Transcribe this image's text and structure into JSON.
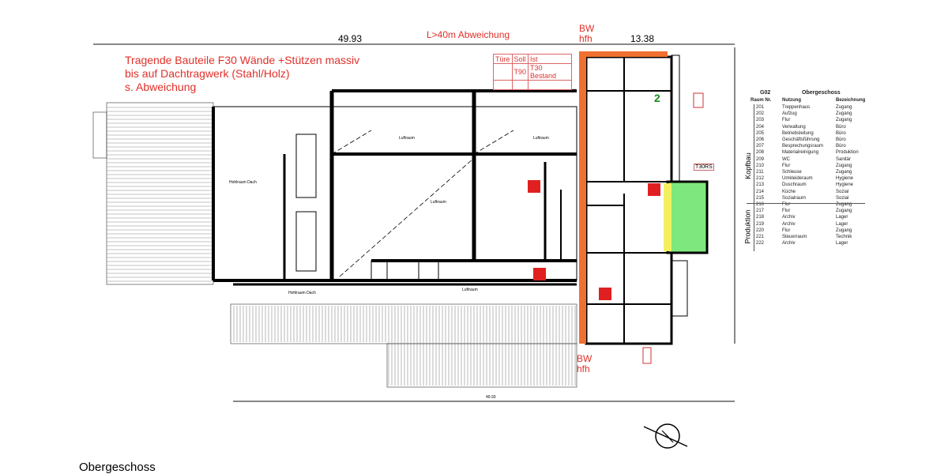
{
  "dimensions": {
    "top_left": "49.93",
    "top_right": "13.38",
    "top_note": "L>40m Abweichung",
    "bottom": "49.93"
  },
  "firewall_top": {
    "line1": "BW",
    "line2": "hfh"
  },
  "firewall_bottom": {
    "line1": "BW",
    "line2": "hfh"
  },
  "notes": [
    "Tragende Bauteile F30 Wände +Stützen massiv",
    "bis auf Dachtragwerk (Stahl/Holz)",
    "s. Abweichung"
  ],
  "door_table": {
    "headers": [
      "Türe",
      "Soll",
      "Ist"
    ],
    "row": [
      "",
      "T90",
      "T30 Bestand"
    ]
  },
  "plan_labels": {
    "luftraum": "Luftraum",
    "hohlraum": "Hohlraum Dach",
    "door_label": "T30RS",
    "exit_number": "2"
  },
  "colors": {
    "firewall": "#f07030",
    "annotation": "#e0302a",
    "stair_room": "#7ee87e",
    "sign": "#e02020"
  },
  "legend": {
    "code": "G02",
    "title": "Obergeschoss",
    "headers": [
      "Raum Nr.",
      "Nutzung",
      "Bezeichnung"
    ],
    "group_kopfbau": "Kopfbau",
    "group_produktion": "Produktion",
    "rows": [
      [
        "201",
        "Treppenhaus",
        "Zugang"
      ],
      [
        "202",
        "Aufzug",
        "Zugang"
      ],
      [
        "203",
        "Flur",
        "Zugang"
      ],
      [
        "204",
        "Verwaltung",
        "Büro"
      ],
      [
        "205",
        "Betriebsleitung",
        "Büro"
      ],
      [
        "206",
        "Geschäftsführung",
        "Büro"
      ],
      [
        "207",
        "Besprechungsraum",
        "Büro"
      ],
      [
        "208",
        "Materialreinigung",
        "Produktion"
      ],
      [
        "209",
        "WC",
        "Sanitär"
      ],
      [
        "210",
        "Flur",
        "Zugang"
      ],
      [
        "211",
        "Schleuse",
        "Zugang"
      ],
      [
        "212",
        "Umkleideraum",
        "Hygiene"
      ],
      [
        "213",
        "Duschraum",
        "Hygiene"
      ],
      [
        "214",
        "Küche",
        "Sozial"
      ],
      [
        "215",
        "Sozialraum",
        "Sozial"
      ],
      [
        "216",
        "Flur",
        "Zugang"
      ],
      [
        "217",
        "Flur",
        "Zugang"
      ],
      [
        "218",
        "Archiv",
        "Lager"
      ],
      [
        "219",
        "Archiv",
        "Lager"
      ],
      [
        "220",
        "Flur",
        "Zugang"
      ],
      [
        "221",
        "Steuerraum",
        "Technik"
      ],
      [
        "222",
        "Archiv",
        "Lager"
      ]
    ]
  },
  "floor_title": "Obergeschoss"
}
